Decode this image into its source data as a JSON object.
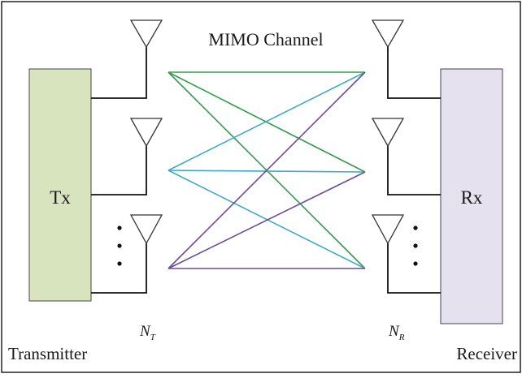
{
  "diagram": {
    "title": "MIMO Channel",
    "transmitter": {
      "block_label": "Tx",
      "caption": "Transmitter",
      "antenna_count_label": "N",
      "antenna_count_sub": "T"
    },
    "receiver": {
      "block_label": "Rx",
      "caption": "Receiver",
      "antenna_count_label": "N",
      "antenna_count_sub": "R"
    },
    "colors": {
      "tx_block_fill": "#d7e4bd",
      "rx_block_fill": "#e6e1ef",
      "path_green": "#2e9e4a",
      "path_cyan": "#3ea9c9",
      "path_purple": "#6a4d9a",
      "wire": "#111111"
    }
  }
}
